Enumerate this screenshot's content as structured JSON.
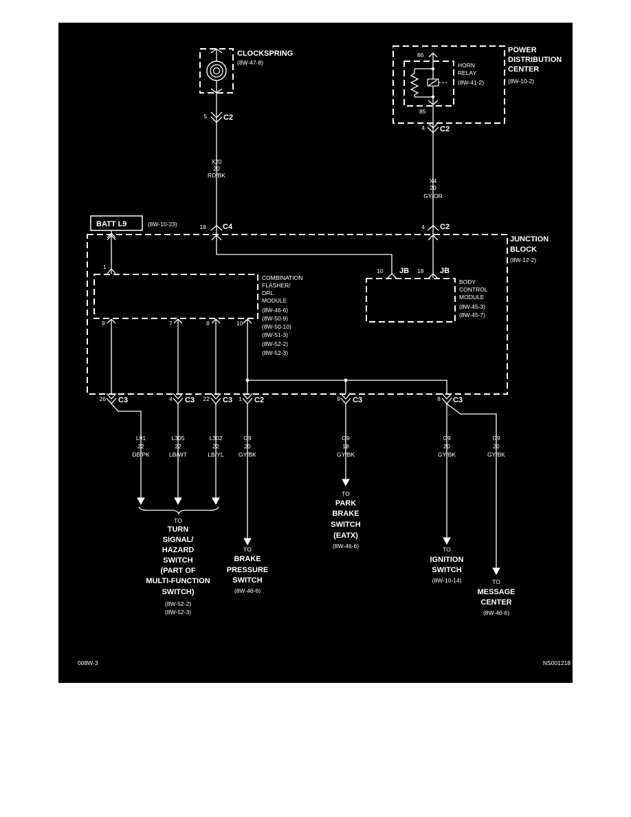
{
  "clockspring": {
    "name": "CLOCKSPRING",
    "ref": "(8W-47-8)",
    "pin": "5",
    "connector": "C2"
  },
  "wire_x20": {
    "code": "X20",
    "gauge": "20",
    "color": "RD/BK"
  },
  "pdc": {
    "name_l1": "POWER",
    "name_l2": "DISTRIBUTION",
    "name_l3": "CENTER",
    "ref": "(8W-10-2)",
    "pin": "4",
    "connector": "C2"
  },
  "horn_relay": {
    "name_l1": "HORN",
    "name_l2": "RELAY",
    "ref": "(8W-41-2)",
    "pin_top": "86",
    "pin_bottom": "85"
  },
  "wire_x4": {
    "code": "X4",
    "gauge": "20",
    "color": "GY/OR"
  },
  "batt": {
    "label": "BATT L9",
    "ref": "(8W-10-23)"
  },
  "jb_top": {
    "pin_c4": "18",
    "conn_c4": "C4",
    "pin_c2": "4",
    "conn_c2": "C2"
  },
  "junction_block": {
    "name_l1": "JUNCTION",
    "name_l2": "BLOCK",
    "ref": "(8W-12-2)"
  },
  "flasher": {
    "pin_in": "1",
    "name_l1": "COMBINATION",
    "name_l2": "FLASHER/",
    "name_l3": "DRL",
    "name_l4": "MODULE",
    "refs": [
      "(8W-46-6)",
      "(8W-50-9)",
      "(8W-50-10)",
      "(8W-51-3)",
      "(8W-52-2)",
      "(8W-52-3)"
    ],
    "pins": [
      "9",
      "7",
      "8",
      "10"
    ]
  },
  "bcm": {
    "pin_a": "10",
    "conn_a": "JB",
    "pin_b": "18",
    "conn_b": "JB",
    "name_l1": "BODY",
    "name_l2": "CONTROL",
    "name_l3": "MODULE",
    "refs": [
      "(8W-45-3)",
      "(8W-45-7)"
    ]
  },
  "bottom_connectors": [
    {
      "pin": "26",
      "conn": "C3"
    },
    {
      "pin": "4",
      "conn": "C3"
    },
    {
      "pin": "22",
      "conn": "C3"
    },
    {
      "pin": "1",
      "conn": "C2"
    },
    {
      "pin": "9",
      "conn": "C3"
    },
    {
      "pin": "8",
      "conn": "C3"
    }
  ],
  "wires": [
    {
      "code": "L91",
      "gauge": "22",
      "color": "DB/PK"
    },
    {
      "code": "L305",
      "gauge": "22",
      "color": "LB/WT"
    },
    {
      "code": "L302",
      "gauge": "22",
      "color": "LB/YL"
    },
    {
      "code": "G9",
      "gauge": "20",
      "color": "GY/BK"
    },
    {
      "code": "G9",
      "gauge": "18",
      "color": "GY/BK"
    },
    {
      "code": "G9",
      "gauge": "20",
      "color": "GY/BK"
    },
    {
      "code": "G9",
      "gauge": "20",
      "color": "GY/BK"
    }
  ],
  "dest_turn": {
    "to": "TO",
    "l1": "TURN",
    "l2": "SIGNAL/",
    "l3": "HAZARD",
    "l4": "SWITCH",
    "l5": "(PART OF",
    "l6": "MULTI-FUNCTION",
    "l7": "SWITCH)",
    "ref1": "(8W-52-2)",
    "ref2": "(8W-52-3)"
  },
  "dest_brake": {
    "to": "TO",
    "l1": "BRAKE",
    "l2": "PRESSURE",
    "l3": "SWITCH",
    "ref": "(8W-46-6)"
  },
  "dest_park": {
    "to": "TO",
    "l1": "PARK",
    "l2": "BRAKE",
    "l3": "SWITCH",
    "l4": "(EATX)",
    "ref": "(8W-46-6)"
  },
  "dest_ignition": {
    "to": "TO",
    "l1": "IGNITION",
    "l2": "SWITCH",
    "ref": "(8W-10-14)"
  },
  "dest_message": {
    "to": "TO",
    "l1": "MESSAGE",
    "l2": "CENTER",
    "ref": "(8W-46-6)"
  },
  "footer": {
    "left": "008W-3",
    "right": "NS001218"
  }
}
